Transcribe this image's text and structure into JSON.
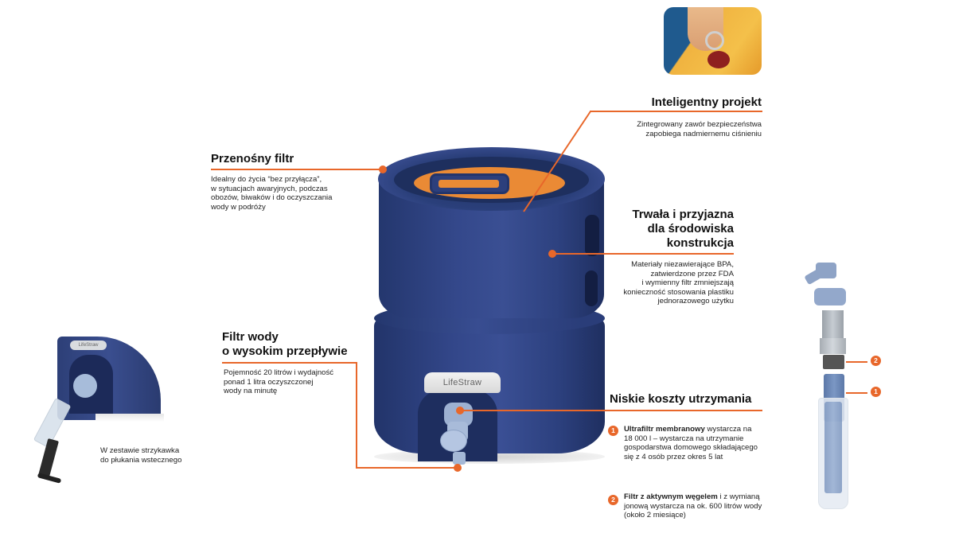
{
  "features": {
    "portable": {
      "title": "Przenośny filtr",
      "lines": [
        "Idealny do życia “bez przyłącza”,",
        "w sytuacjach awaryjnych, podczas",
        "obozów, biwaków i do oczyszczania",
        "wody w podróży"
      ]
    },
    "smart": {
      "title": "Inteligentny projekt",
      "lines": [
        "Zintegrowany zawór bezpieczeństwa",
        "zapobiega nadmiernemu ciśnieniu"
      ]
    },
    "durable": {
      "title_lines": [
        "Trwała i przyjazna",
        "dla środowiska",
        "konstrukcja"
      ],
      "lines": [
        "Materiały niezawierające BPA,",
        "zatwierdzone przez FDA",
        "i wymienny filtr zmniejszają",
        "konieczność stosowania plastiku",
        "jednorazowego użytku"
      ]
    },
    "flow": {
      "title_lines": [
        "Filtr wody",
        "o wysokim przepływie"
      ],
      "lines": [
        "Pojemność 20 litrów i wydajność",
        "ponad 1 litra oczyszczonej",
        "wody na minutę"
      ]
    },
    "cost": {
      "title": "Niskie koszty utrzymania",
      "items": [
        {
          "badge": "1",
          "bold": "Ultrafiltr membranowy",
          "rest_first": " wystarcza na",
          "lines": [
            "18 000 l – wystarcza na utrzymanie",
            "gospodarstwa domowego składającego",
            "się z 4 osób przez okres 5 lat"
          ]
        },
        {
          "badge": "2",
          "bold": "Filtr z aktywnym węgelem",
          "rest_first": " i z wymianą",
          "lines": [
            "jonową wystarcza na ok. 600 litrów wody",
            "(około 2 miesiące)"
          ]
        }
      ]
    }
  },
  "syringe_caption": [
    "W zestawie strzykawka",
    "do płukania wstecznego"
  ],
  "product": {
    "brand_label": "LifeStraw",
    "mini_brand_label": "LifeStraw"
  },
  "cartridge_markers": [
    "2",
    "1"
  ],
  "colors": {
    "accent": "#e8672a",
    "product_blue": "#2f4384",
    "orange_parts": "#ea8a35",
    "filter_blue": "#9db1d2"
  }
}
